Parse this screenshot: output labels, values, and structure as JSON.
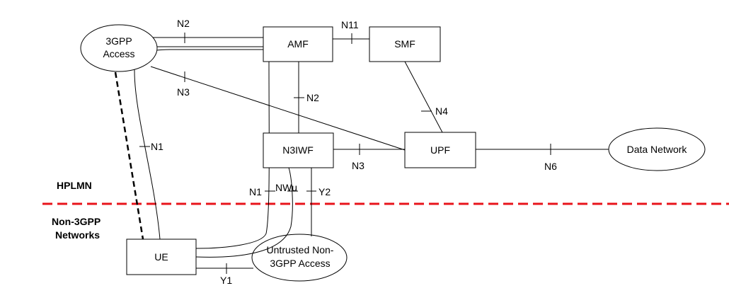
{
  "nodes": {
    "access_3gpp": [
      "3GPP",
      "Access"
    ],
    "amf": "AMF",
    "smf": "SMF",
    "n3iwf": "N3IWF",
    "upf": "UPF",
    "data_network": "Data Network",
    "ue": "UE",
    "untrusted_access": [
      "Untrusted Non-",
      "3GPP Access"
    ]
  },
  "interfaces": {
    "n2_top": "N2",
    "n11": "N11",
    "n3_upper": "N3",
    "n2_vertical": "N2",
    "n4": "N4",
    "n1": "N1",
    "n3_lower": "N3",
    "n6": "N6",
    "n1_lower": "N1",
    "nwu": "NWu",
    "y2": "Y2",
    "y1": "Y1"
  },
  "regions": {
    "hplmn": "HPLMN",
    "non3gpp": [
      "Non-3GPP",
      "Networks"
    ]
  },
  "colors": {
    "boundary": "#e8141b",
    "line": "#000000"
  }
}
